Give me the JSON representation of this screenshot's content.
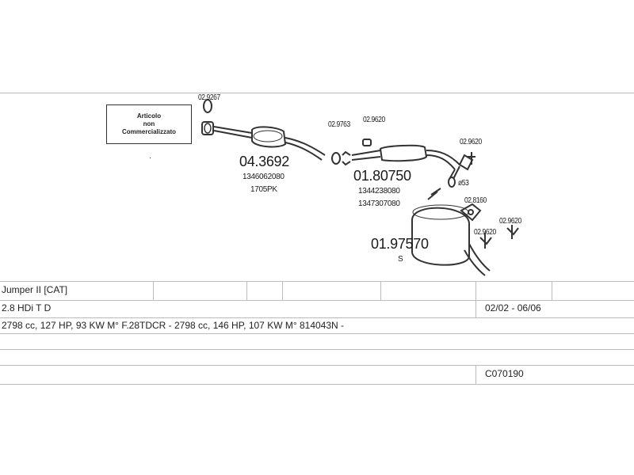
{
  "note": {
    "line1": "Articolo",
    "line2": "non",
    "line3": "Commercializzato"
  },
  "parts": {
    "p029267": "02.9267",
    "p043692": "04.3692",
    "p043692_ref": "1346062080",
    "p043692_kit": "1705PK",
    "p029763": "02.9763",
    "p029620_a": "02.9620",
    "p0180750": "01.80750",
    "p0180750_ref1": "1344238080",
    "p0180750_ref2": "1347307080",
    "p029620_b": "02.9620",
    "p_diam": "ø53",
    "p028160": "02.8160",
    "p029620_c": "02.9620",
    "p029620_d": "02.9620",
    "p0197570": "01.97570",
    "p0197570_sub": "S"
  },
  "table": {
    "model": "Jumper II  [CAT]",
    "engine": "2.8 HDi T D",
    "dates": "02/02 - 06/06",
    "specs": "2798 cc, 127 HP, 93 KW M° F.28TDCR - 2798 cc, 146 HP, 107 KW M° 814043N -",
    "code": "C070190"
  }
}
